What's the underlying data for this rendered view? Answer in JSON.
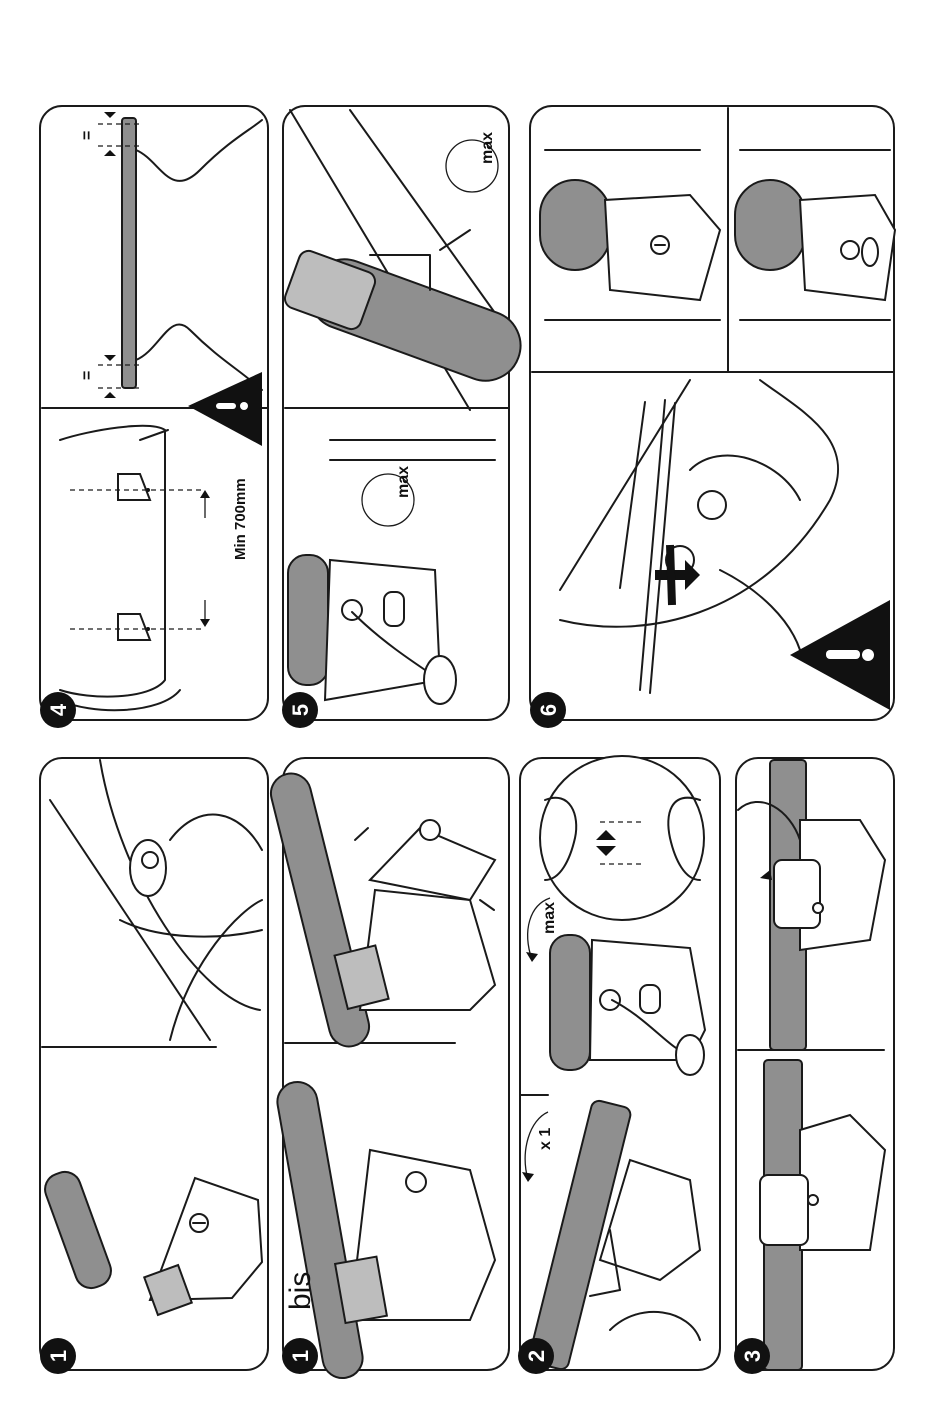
{
  "steps": {
    "s1": "1",
    "s1bis_num": "1",
    "s1bis_suffix": "bis",
    "s2": "2",
    "s3": "3",
    "s4": "4",
    "s5": "5",
    "s6": "6"
  },
  "labels": {
    "x1": "x 1",
    "max_step2": "max",
    "min_distance": "Min 700mm",
    "max_step5_left": "max",
    "max_step5_right": "max"
  },
  "icons": [
    "warning-icon",
    "rotate-arrow-icon",
    "double-arrow-icon",
    "key-icon",
    "hex-key-icon"
  ],
  "colors": {
    "ink": "#1a1a1a",
    "bar_grey": "#8f8f8f",
    "paper": "#ffffff"
  }
}
